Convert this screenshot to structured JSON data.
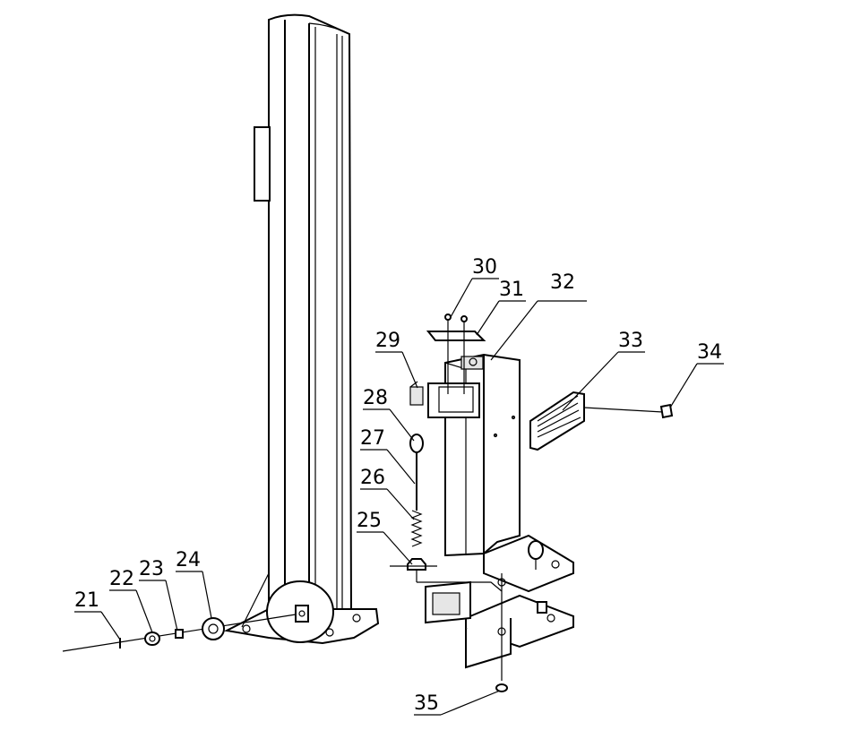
{
  "callouts": [
    {
      "id": "21",
      "label": "21"
    },
    {
      "id": "22",
      "label": "22"
    },
    {
      "id": "23",
      "label": "23"
    },
    {
      "id": "24",
      "label": "24"
    },
    {
      "id": "25",
      "label": "25"
    },
    {
      "id": "26",
      "label": "26"
    },
    {
      "id": "27",
      "label": "27"
    },
    {
      "id": "28",
      "label": "28"
    },
    {
      "id": "29",
      "label": "29"
    },
    {
      "id": "30",
      "label": "30"
    },
    {
      "id": "31",
      "label": "31"
    },
    {
      "id": "32",
      "label": "32"
    },
    {
      "id": "33",
      "label": "33"
    },
    {
      "id": "34",
      "label": "34"
    },
    {
      "id": "35",
      "label": "35"
    }
  ]
}
